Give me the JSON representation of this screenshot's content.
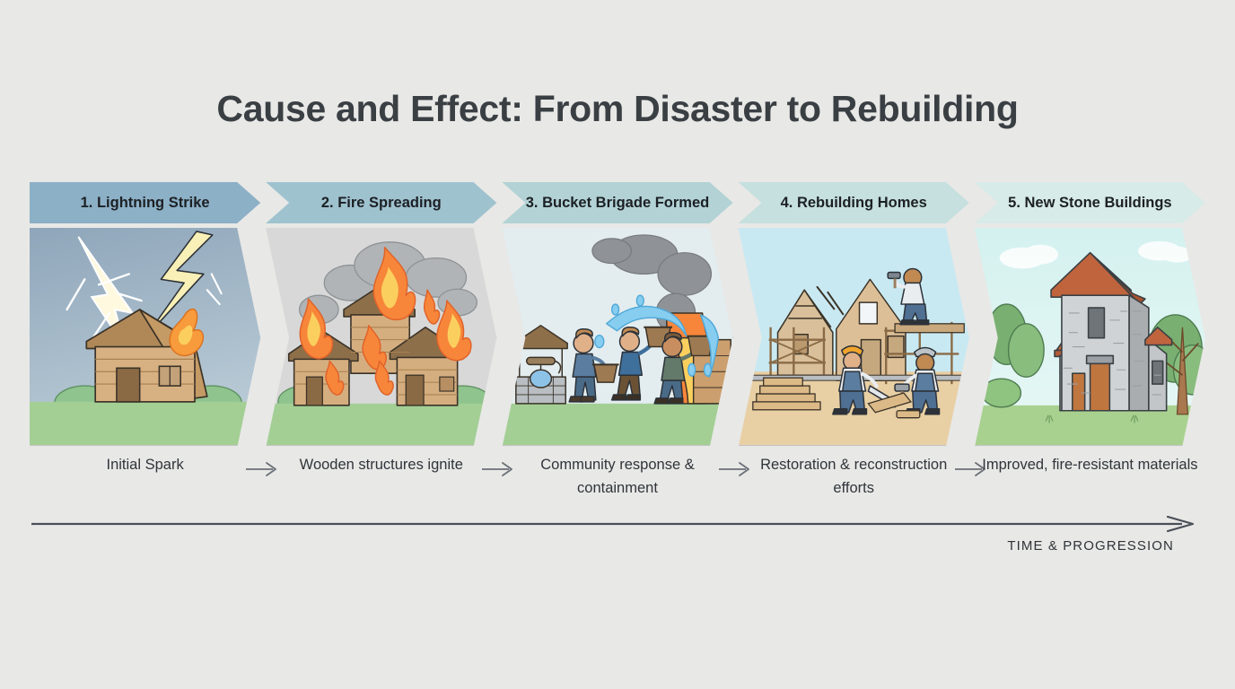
{
  "page": {
    "background_color": "#e8e8e6",
    "title": "Cause and Effect: From Disaster to Rebuilding"
  },
  "timeline": {
    "axis_label": "TIME & PROGRESSION",
    "arrow_direction": "left-to-right",
    "line_color": "#4a5058"
  },
  "steps": [
    {
      "number": "1",
      "header": "1. Lightning Strike",
      "header_color": "#8cb0c6",
      "caption": "Initial Spark",
      "scene": "lightning-strike-on-wooden-cabin",
      "scene_elements": [
        "lightning-bolt",
        "lightning-fork",
        "wooden-cabin",
        "roof-flame",
        "bush",
        "grass"
      ]
    },
    {
      "number": "2",
      "header": "2. Fire Spreading",
      "header_color": "#9fc2cf",
      "caption": "Wooden structures ignite",
      "scene": "wooden-houses-engulfed-in-flames",
      "scene_elements": [
        "smoke-cloud",
        "flames",
        "wooden-houses",
        "bush",
        "grass"
      ]
    },
    {
      "number": "3",
      "header": "3. Bucket Brigade Formed",
      "header_color": "#b2d2d5",
      "caption": "Community response & containment",
      "scene": "bucket-brigade-dousing-fire",
      "scene_elements": [
        "stone-well",
        "villager-with-bucket",
        "villager-throwing-water",
        "water-splash",
        "burning-building",
        "smoke-cloud",
        "grass"
      ]
    },
    {
      "number": "4",
      "header": "4. Rebuilding Homes",
      "header_color": "#c5e0de",
      "caption": "Restoration & reconstruction efforts",
      "scene": "construction-site-rebuilding-houses",
      "scene_elements": [
        "house-frame",
        "scaffolding",
        "worker-on-roof-with-hammer",
        "worker-sawing",
        "worker-hammering",
        "lumber-stack",
        "dirt-ground"
      ]
    },
    {
      "number": "5",
      "header": "5. New Stone Buildings",
      "header_color": "#d7ebe8",
      "caption": "Improved, fire-resistant materials",
      "scene": "new-stone-buildings-with-tile-roofs",
      "scene_elements": [
        "stone-house",
        "terracotta-roof",
        "tree",
        "cloud",
        "grass"
      ]
    }
  ],
  "caption_arrow": "arrow-right"
}
